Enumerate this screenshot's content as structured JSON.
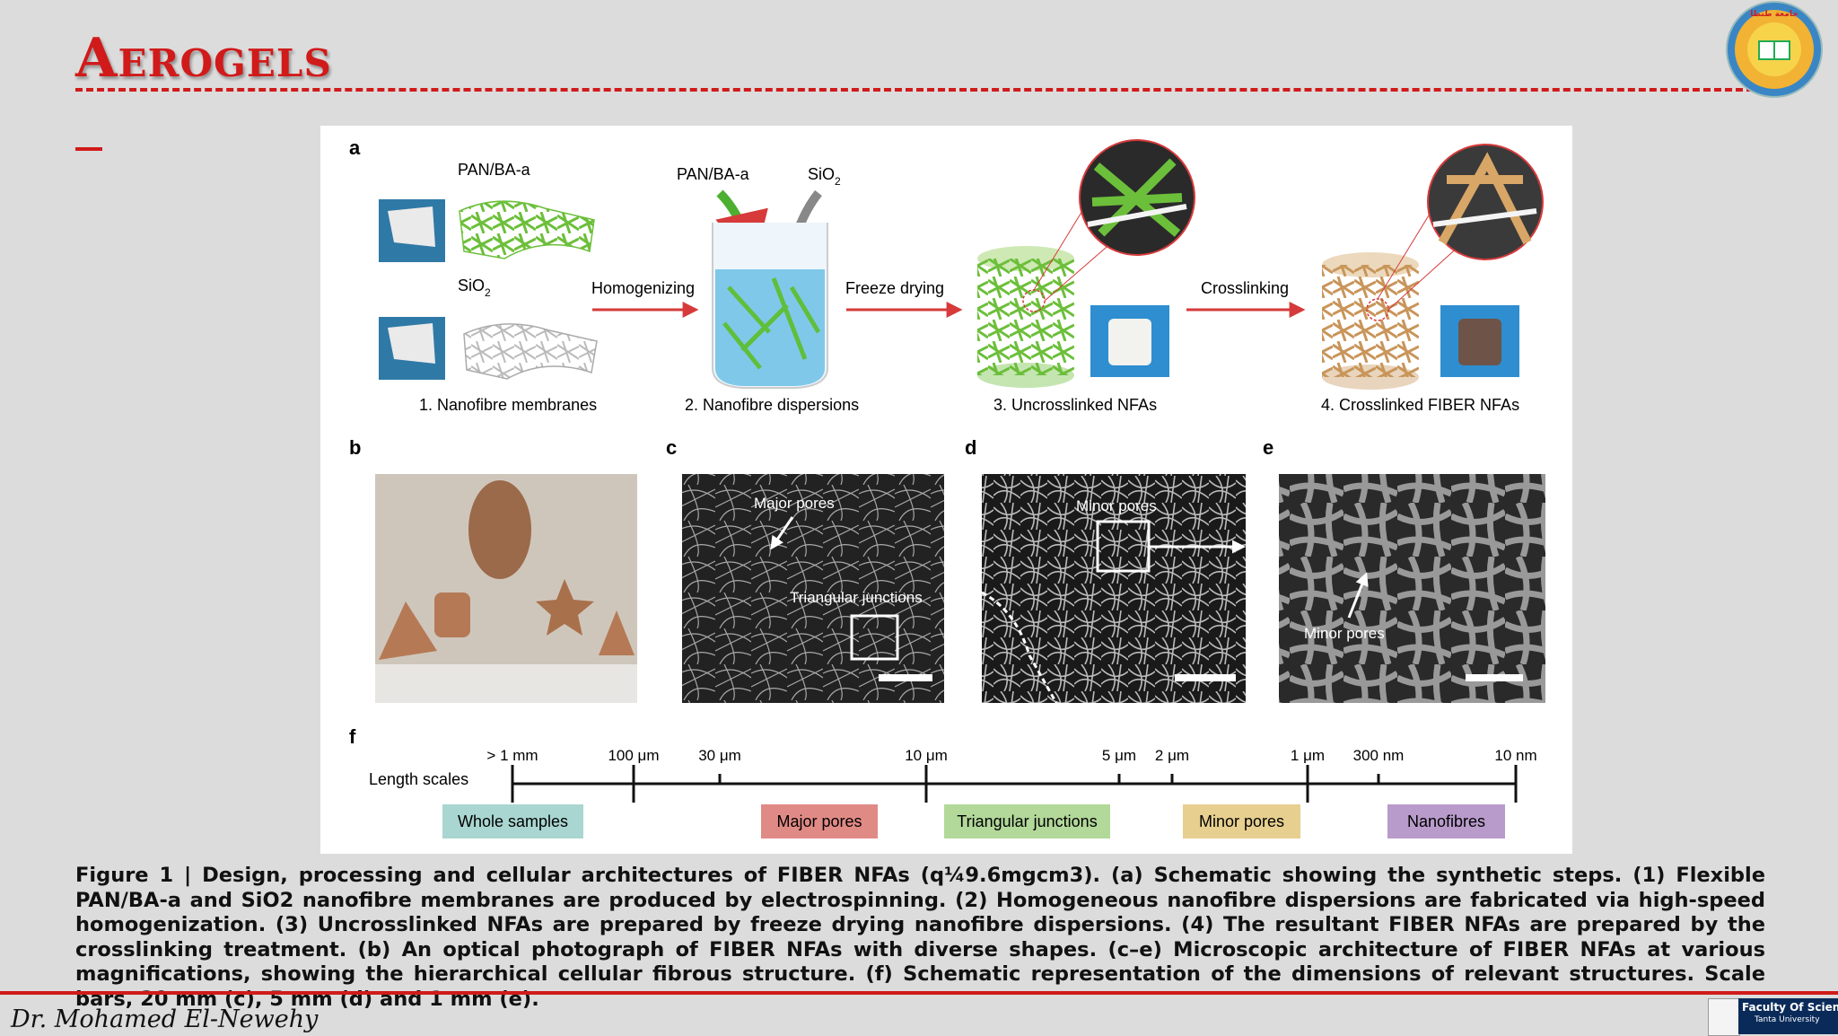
{
  "slide": {
    "title": "Aerogels",
    "author": "Dr. Mohamed El-Newehy",
    "faculty_line1": "Faculty Of Science",
    "faculty_line2": "Tanta University",
    "caption": "Figure 1 | Design, processing and cellular architectures of FIBER NFAs (q¼9.6mgcm3). (a) Schematic showing the synthetic steps. (1) Flexible PAN/BA-a and SiO2 nanofibre membranes are produced by electrospinning. (2) Homogeneous nanofibre dispersions are fabricated via high-speed homogenization. (3) Uncrosslinked NFAs are prepared by freeze drying nanofibre dispersions. (4) The resultant FIBER NFAs are prepared by the crosslinking treatment. (b) An optical photograph of FIBER NFAs with diverse shapes. (c–e) Microscopic architecture of FIBER NFAs at various magnifications, showing the hierarchical cellular fibrous structure. (f) Schematic representation of the dimensions of relevant structures. Scale bars, 20 mm (c), 5 mm (d) and 1 mm (e).",
    "logo_text": "Tanta University"
  },
  "figure": {
    "panel_a": {
      "label": "a",
      "pan_label": "PAN/BA-a",
      "sio2_label": "SiO",
      "sio2_sub": "2",
      "beaker_pan_label": "PAN/BA-a",
      "beaker_sio2_label": "SiO",
      "step_homogenizing": "Homogenizing",
      "step_freeze": "Freeze drying",
      "step_crosslinking": "Crosslinking",
      "caption1": "1. Nanofibre membranes",
      "caption2": "2. Nanofibre dispersions",
      "caption3": "3. Uncrosslinked NFAs",
      "caption4": "4. Crosslinked FIBER NFAs"
    },
    "panel_b": {
      "label": "b"
    },
    "panel_c": {
      "label": "c",
      "major_pores": "Major pores",
      "triangular": "Triangular junctions"
    },
    "panel_d": {
      "label": "d",
      "minor_pores": "Minor pores"
    },
    "panel_e": {
      "label": "e",
      "minor_pores": "Minor pores"
    },
    "panel_f": {
      "label": "f",
      "axis_label": "Length scales",
      "ticks": [
        "> 1 mm",
        "100 μm",
        "30 μm",
        "10 μm",
        "5 μm",
        "2 μm",
        "1 μm",
        "300 nm",
        "10 nm"
      ],
      "categories": [
        {
          "label": "Whole samples",
          "color": "#a9d6d1"
        },
        {
          "label": "Major pores",
          "color": "#e08a86"
        },
        {
          "label": "Triangular junctions",
          "color": "#b2d89a"
        },
        {
          "label": "Minor pores",
          "color": "#e7cf8f"
        },
        {
          "label": "Nanofibres",
          "color": "#b89bcb"
        }
      ]
    }
  }
}
